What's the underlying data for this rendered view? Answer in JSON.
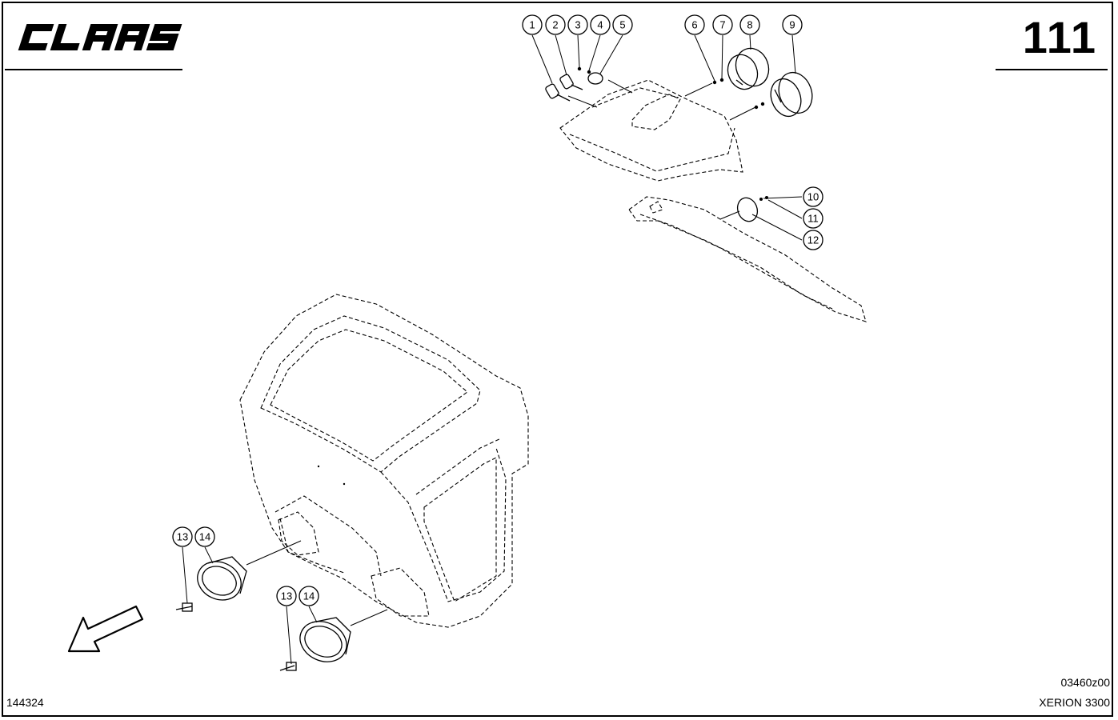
{
  "header": {
    "brand": "CLAAS",
    "page_number": "111"
  },
  "footer": {
    "document_number": "144324",
    "drawing_code": "03460z00",
    "model": "XERION 3300"
  },
  "callouts": [
    "1",
    "2",
    "3",
    "4",
    "5",
    "6",
    "7",
    "8",
    "9",
    "10",
    "11",
    "12",
    "13",
    "14",
    "13",
    "14"
  ],
  "icons": {
    "direction": "direction-arrow-icon"
  }
}
